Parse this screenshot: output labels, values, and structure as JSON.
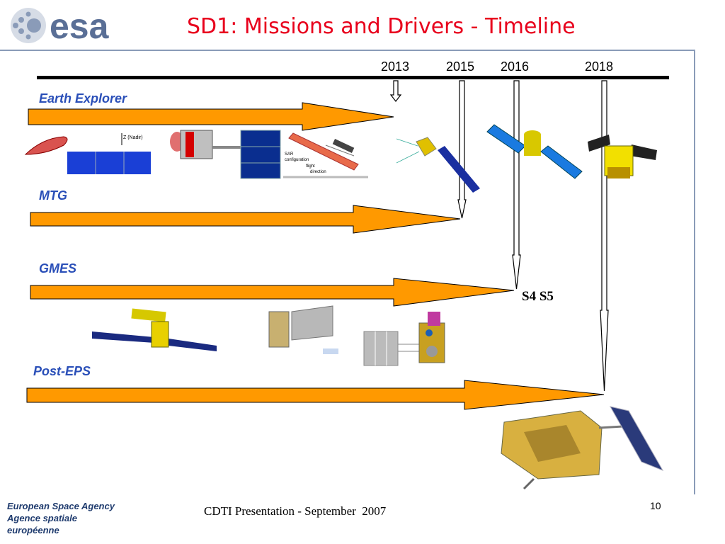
{
  "slide": {
    "title": "SD1: Missions and Drivers - Timeline",
    "logo_text": "esa",
    "footer_agency_en": "European Space Agency",
    "footer_agency_fr": "Agence spatiale européenne",
    "footer_text": "CDTI Presentation - September  2007",
    "page_number": "10"
  },
  "timeline": {
    "years": [
      "2013",
      "2015",
      "2016",
      "2018"
    ],
    "rows": [
      {
        "label": "Earth Explorer"
      },
      {
        "label": "MTG"
      },
      {
        "label": "GMES"
      },
      {
        "label": "Post-EPS"
      }
    ],
    "gmes_marker": "S4 S5",
    "arrow_color": "#ff9900",
    "label_color": "#2a4fb8"
  },
  "images": {
    "sar_caption": [
      "SAR",
      "configuration",
      "flight",
      "direction"
    ],
    "zenith_caption": "Z (Nadir)"
  }
}
